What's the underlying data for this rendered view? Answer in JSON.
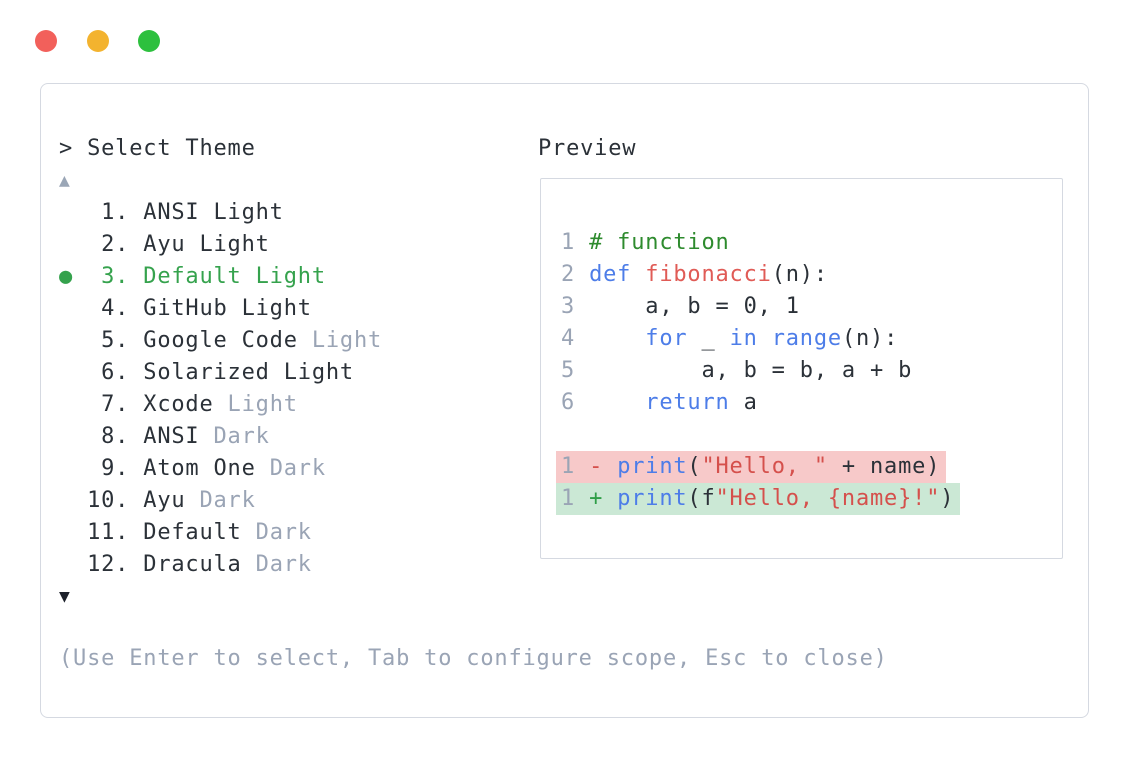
{
  "colors": {
    "text_dark": "#2b3138",
    "text_muted": "#9aa4b5",
    "green_selected": "#35a24d",
    "comment": "#2e8b2e",
    "keyword": "#4d7de8",
    "func": "#e05b56",
    "string": "#d5504c",
    "minus": "#d5504c",
    "plus": "#2f9e47",
    "removed_bg": "#f7c9c9",
    "added_bg": "#cbe8d5",
    "border": "#d5d9e1",
    "dot_close": "#f2605b",
    "dot_min": "#f3b32f",
    "dot_zoom": "#2dc03e",
    "arrow_up": "#9aa6b6",
    "arrow_down": "#1d212b"
  },
  "window_controls": {
    "buttons": [
      "close",
      "minimize",
      "zoom"
    ]
  },
  "theme_selector": {
    "prompt": "> Select Theme",
    "scroll_up": "▲",
    "scroll_down": "▼",
    "selected_bullet": "●",
    "items": [
      {
        "prefix": "   ",
        "number": "1.",
        "name": "ANSI Light",
        "variant": "",
        "selected": false
      },
      {
        "prefix": "   ",
        "number": "2.",
        "name": "Ayu Light",
        "variant": "",
        "selected": false
      },
      {
        "prefix": "●  ",
        "number": "3.",
        "name": "Default Light",
        "variant": "",
        "selected": true
      },
      {
        "prefix": "   ",
        "number": "4.",
        "name": "GitHub Light",
        "variant": "",
        "selected": false
      },
      {
        "prefix": "   ",
        "number": "5.",
        "name": "Google Code",
        "variant": "Light",
        "selected": false
      },
      {
        "prefix": "   ",
        "number": "6.",
        "name": "Solarized Light",
        "variant": "",
        "selected": false
      },
      {
        "prefix": "   ",
        "number": "7.",
        "name": "Xcode",
        "variant": "Light",
        "selected": false
      },
      {
        "prefix": "   ",
        "number": "8.",
        "name": "ANSI",
        "variant": "Dark",
        "selected": false
      },
      {
        "prefix": "   ",
        "number": "9.",
        "name": "Atom One",
        "variant": "Dark",
        "selected": false
      },
      {
        "prefix": "  ",
        "number": "10.",
        "name": "Ayu",
        "variant": "Dark",
        "selected": false
      },
      {
        "prefix": "  ",
        "number": "11.",
        "name": "Default",
        "variant": "Dark",
        "selected": false
      },
      {
        "prefix": "  ",
        "number": "12.",
        "name": "Dracula",
        "variant": "Dark",
        "selected": false
      }
    ],
    "hint": "(Use Enter to select, Tab to configure scope, Esc to close)"
  },
  "preview": {
    "title": "Preview",
    "code_lines": [
      {
        "num": "1",
        "tokens": [
          [
            "# function",
            "comment"
          ]
        ]
      },
      {
        "num": "2",
        "tokens": [
          [
            "def ",
            "kw"
          ],
          [
            "fibonacci",
            "fn"
          ],
          [
            "(n):",
            "plain"
          ]
        ]
      },
      {
        "num": "3",
        "tokens": [
          [
            "    a, b = 0, 1",
            "plain"
          ]
        ]
      },
      {
        "num": "4",
        "tokens": [
          [
            "    ",
            "plain"
          ],
          [
            "for",
            "kw"
          ],
          [
            " _ ",
            "plain"
          ],
          [
            "in",
            "kw"
          ],
          [
            " ",
            "plain"
          ],
          [
            "range",
            "kw"
          ],
          [
            "(n):",
            "plain"
          ]
        ]
      },
      {
        "num": "5",
        "tokens": [
          [
            "        a, b = b, a + b",
            "plain"
          ]
        ]
      },
      {
        "num": "6",
        "tokens": [
          [
            "    ",
            "plain"
          ],
          [
            "return",
            "kw"
          ],
          [
            " a",
            "plain"
          ]
        ]
      },
      {
        "num": "",
        "tokens": []
      },
      {
        "num": "1",
        "diff": "removed",
        "sign": "-",
        "tokens": [
          [
            "print",
            "kw"
          ],
          [
            "(",
            "plain"
          ],
          [
            "\"Hello, \"",
            "str"
          ],
          [
            " + name)",
            "plain"
          ]
        ]
      },
      {
        "num": "1",
        "diff": "added",
        "sign": "+",
        "tokens": [
          [
            "print",
            "kw"
          ],
          [
            "(f",
            "plain"
          ],
          [
            "\"Hello, {name}!\"",
            "str"
          ],
          [
            ")",
            "plain"
          ]
        ]
      }
    ]
  }
}
